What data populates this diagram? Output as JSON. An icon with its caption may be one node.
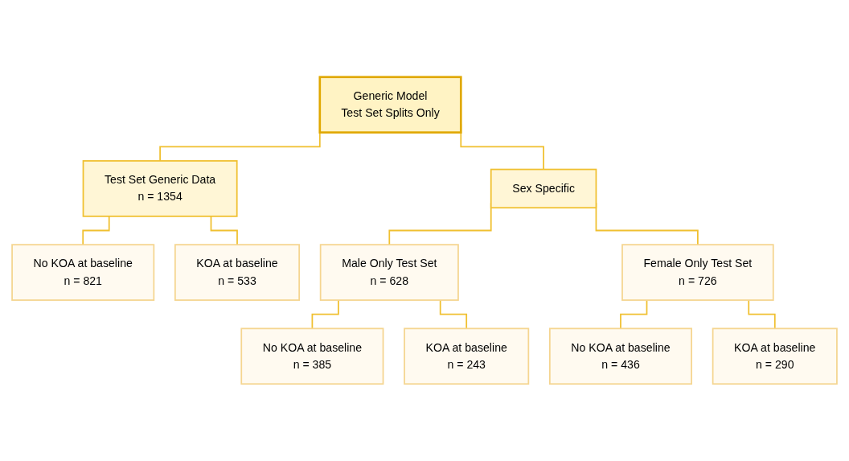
{
  "diagram": {
    "nodes": [
      {
        "text": [
          "Generic Model",
          "Test Set Splits Only"
        ]
      },
      {
        "text": [
          "Test Set Generic Data",
          "n = 1354"
        ]
      },
      {
        "text": [
          "Sex Specific"
        ]
      },
      {
        "text": [
          "No KOA at baseline",
          "n = 821"
        ]
      },
      {
        "text": [
          "KOA at baseline",
          "n = 533"
        ]
      },
      {
        "text": [
          "Male Only Test Set",
          "n = 628"
        ]
      },
      {
        "text": [
          "Female Only Test Set",
          "n = 726"
        ]
      },
      {
        "text": [
          "No KOA at baseline",
          "n = 385"
        ]
      },
      {
        "text": [
          "KOA at baseline",
          "n = 243"
        ]
      },
      {
        "text": [
          "No KOA at baseline",
          "n = 436"
        ]
      },
      {
        "text": [
          "KOA at baseline",
          "n = 290"
        ]
      }
    ],
    "edges": [
      {
        "from": 0,
        "to": 1,
        "arrow": "none"
      },
      {
        "from": 0,
        "to": 2,
        "arrow": "none"
      },
      {
        "from": 1,
        "to": 3,
        "arrow": "none"
      },
      {
        "from": 1,
        "to": 4,
        "arrow": "none"
      },
      {
        "from": 2,
        "to": 5,
        "arrow": "none"
      },
      {
        "from": 2,
        "to": 6,
        "arrow": "none"
      },
      {
        "from": 5,
        "to": 7,
        "arrow": "none"
      },
      {
        "from": 5,
        "to": 8,
        "arrow": "none"
      },
      {
        "from": 6,
        "to": 9,
        "arrow": "none"
      },
      {
        "from": 6,
        "to": 10,
        "arrow": "none"
      }
    ]
  }
}
